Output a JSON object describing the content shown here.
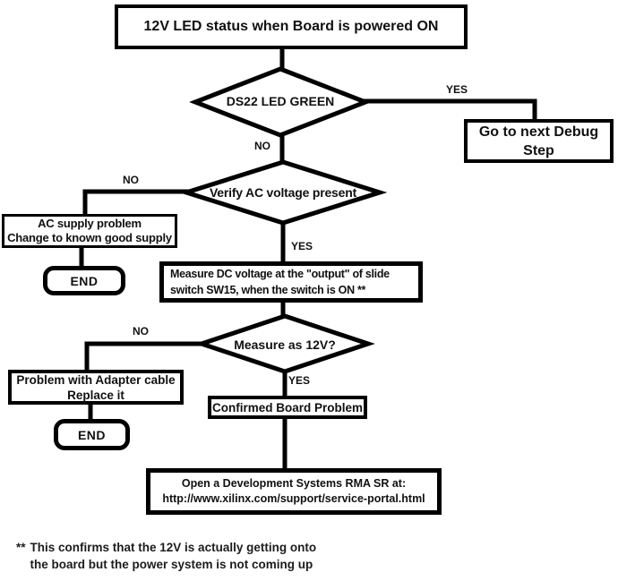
{
  "diagram": {
    "nodes": {
      "start": {
        "text": "12V LED status when Board is powered ON"
      },
      "ds22": {
        "text": "DS22 LED GREEN"
      },
      "go_next": {
        "line1": "Go to next Debug",
        "line2": "Step"
      },
      "verify_ac": {
        "text": "Verify AC voltage present"
      },
      "ac_problem": {
        "line1": "AC supply problem",
        "line2": "Change to known good supply"
      },
      "end1": {
        "text": "END"
      },
      "measure_dc": {
        "line1": "Measure DC voltage at the \"output\" of slide",
        "line2": "switch SW15, when the switch is ON **"
      },
      "measure_12v": {
        "text": "Measure as 12V?"
      },
      "adapter": {
        "line1": "Problem with Adapter cable",
        "line2": "Replace it"
      },
      "end2": {
        "text": "END"
      },
      "confirmed": {
        "text": "Confirmed Board Problem"
      },
      "rma": {
        "line1": "Open a Development Systems RMA SR at:",
        "line2": "http://www.xilinx.com/support/service-portal.html"
      }
    },
    "edge_labels": {
      "yes1": "YES",
      "no1": "NO",
      "no2": "NO",
      "yes2": "YES",
      "no3": "NO",
      "yes3": "YES"
    },
    "footnote": {
      "marker": "**",
      "line1": "This confirms that the 12V is actually getting onto",
      "line2": "the board but the power system is not coming up"
    },
    "colors": {
      "stroke": "#000000",
      "background": "#ffffff"
    }
  }
}
